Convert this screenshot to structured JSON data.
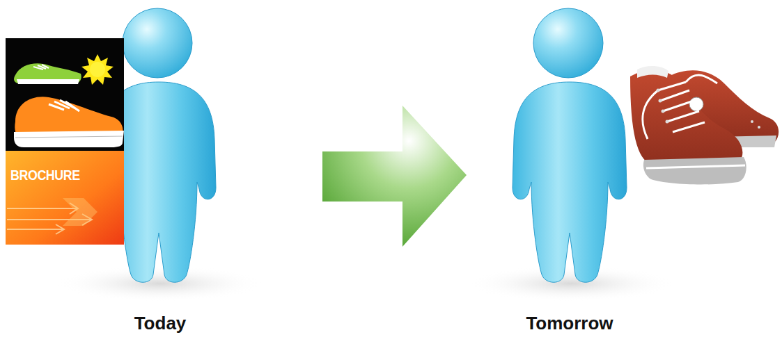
{
  "diagram": {
    "labels": [
      "BROCHURE",
      "Today",
      "Tomorrow"
    ]
  }
}
